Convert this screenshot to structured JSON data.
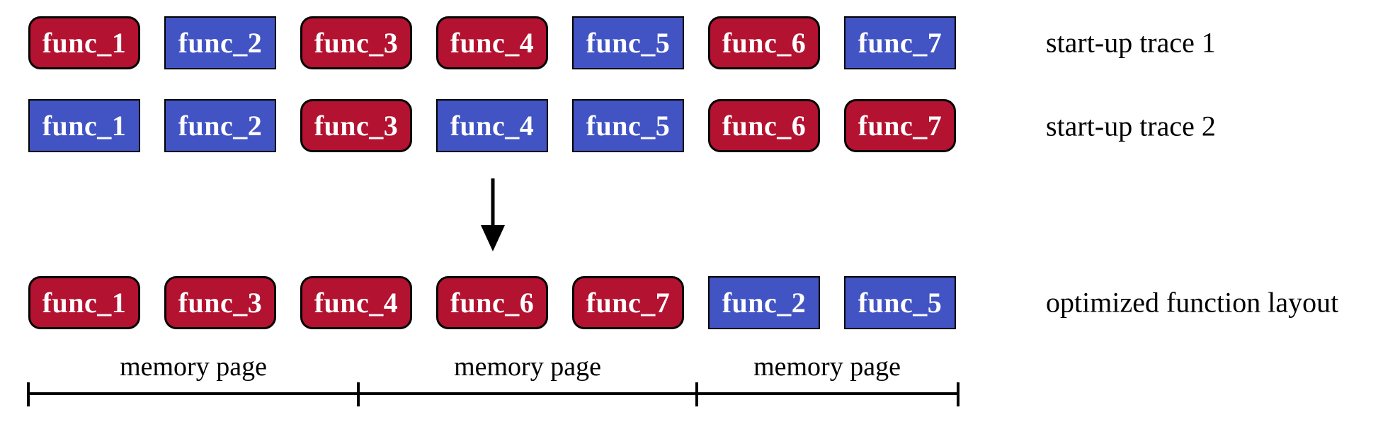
{
  "colors": {
    "hot": "#B31230",
    "cold": "#4254C3",
    "box_text": "#ffffff",
    "ink": "#000000"
  },
  "rows": [
    {
      "label": "start-up trace 1",
      "boxes": [
        {
          "name": "func_1",
          "type": "hot"
        },
        {
          "name": "func_2",
          "type": "cold"
        },
        {
          "name": "func_3",
          "type": "hot"
        },
        {
          "name": "func_4",
          "type": "hot"
        },
        {
          "name": "func_5",
          "type": "cold"
        },
        {
          "name": "func_6",
          "type": "hot"
        },
        {
          "name": "func_7",
          "type": "cold"
        }
      ]
    },
    {
      "label": "start-up trace 2",
      "boxes": [
        {
          "name": "func_1",
          "type": "cold"
        },
        {
          "name": "func_2",
          "type": "cold"
        },
        {
          "name": "func_3",
          "type": "hot"
        },
        {
          "name": "func_4",
          "type": "cold"
        },
        {
          "name": "func_5",
          "type": "cold"
        },
        {
          "name": "func_6",
          "type": "hot"
        },
        {
          "name": "func_7",
          "type": "hot"
        }
      ]
    },
    {
      "label": "optimized function layout",
      "boxes": [
        {
          "name": "func_1",
          "type": "hot"
        },
        {
          "name": "func_3",
          "type": "hot"
        },
        {
          "name": "func_4",
          "type": "hot"
        },
        {
          "name": "func_6",
          "type": "hot"
        },
        {
          "name": "func_7",
          "type": "hot"
        },
        {
          "name": "func_2",
          "type": "cold"
        },
        {
          "name": "func_5",
          "type": "cold"
        }
      ]
    }
  ],
  "memory_pages": {
    "labels": [
      "memory page",
      "memory page",
      "memory page"
    ]
  }
}
